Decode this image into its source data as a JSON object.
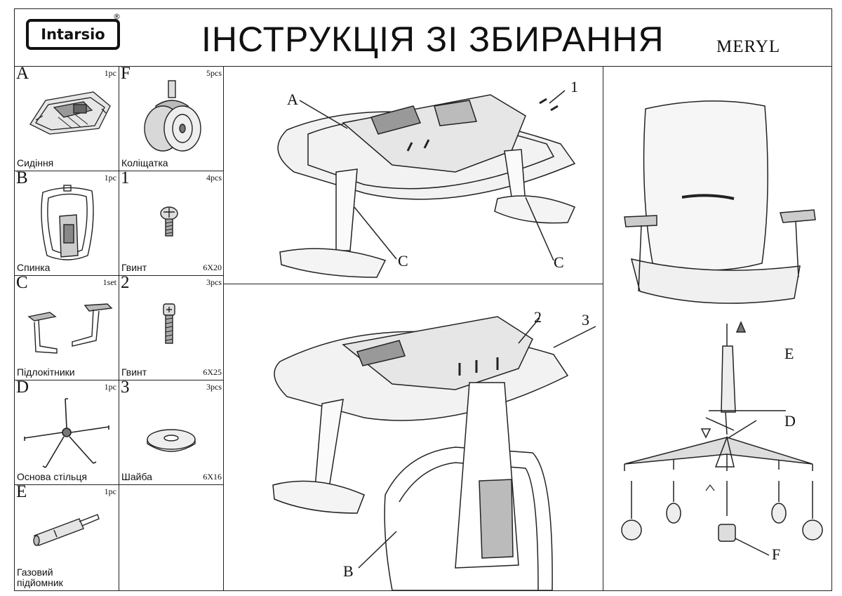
{
  "header": {
    "logo": "Intarsio",
    "title": "ІНСТРУКЦІЯ ЗІ ЗБИРАННЯ",
    "model": "MERYL"
  },
  "parts": [
    {
      "letter": "A",
      "qty": "1pc",
      "name": "Сидіння",
      "size": "",
      "icon": "seat-icon"
    },
    {
      "letter": "F",
      "qty": "5pcs",
      "name": "Коліщатка",
      "size": "",
      "icon": "caster-icon"
    },
    {
      "letter": "B",
      "qty": "1pc",
      "name": "Спинка",
      "size": "",
      "icon": "backrest-icon"
    },
    {
      "letter": "1",
      "qty": "4pcs",
      "name": "Гвинт",
      "size": "6X20",
      "icon": "screw-short-icon"
    },
    {
      "letter": "C",
      "qty": "1set",
      "name": "Підлокітники",
      "size": "",
      "icon": "armrests-icon"
    },
    {
      "letter": "2",
      "qty": "3pcs",
      "name": "Гвинт",
      "size": "6X25",
      "icon": "screw-long-icon"
    },
    {
      "letter": "D",
      "qty": "1pc",
      "name": "Основа стільця",
      "size": "",
      "icon": "chair-base-icon"
    },
    {
      "letter": "3",
      "qty": "3pcs",
      "name": "Шайба",
      "size": "6X16",
      "icon": "washer-icon"
    },
    {
      "letter": "E",
      "qty": "1pc",
      "name": "Газовий\nпідйомник",
      "size": "",
      "icon": "gas-lift-icon"
    },
    {
      "letter": "",
      "qty": "",
      "name": "",
      "size": "",
      "icon": ""
    }
  ],
  "step1": {
    "labels": [
      "A",
      "1",
      "C",
      "C"
    ]
  },
  "step2": {
    "labels": [
      "2",
      "3",
      "B"
    ]
  },
  "step3": {
    "labels": [
      "E",
      "D",
      "F"
    ]
  }
}
